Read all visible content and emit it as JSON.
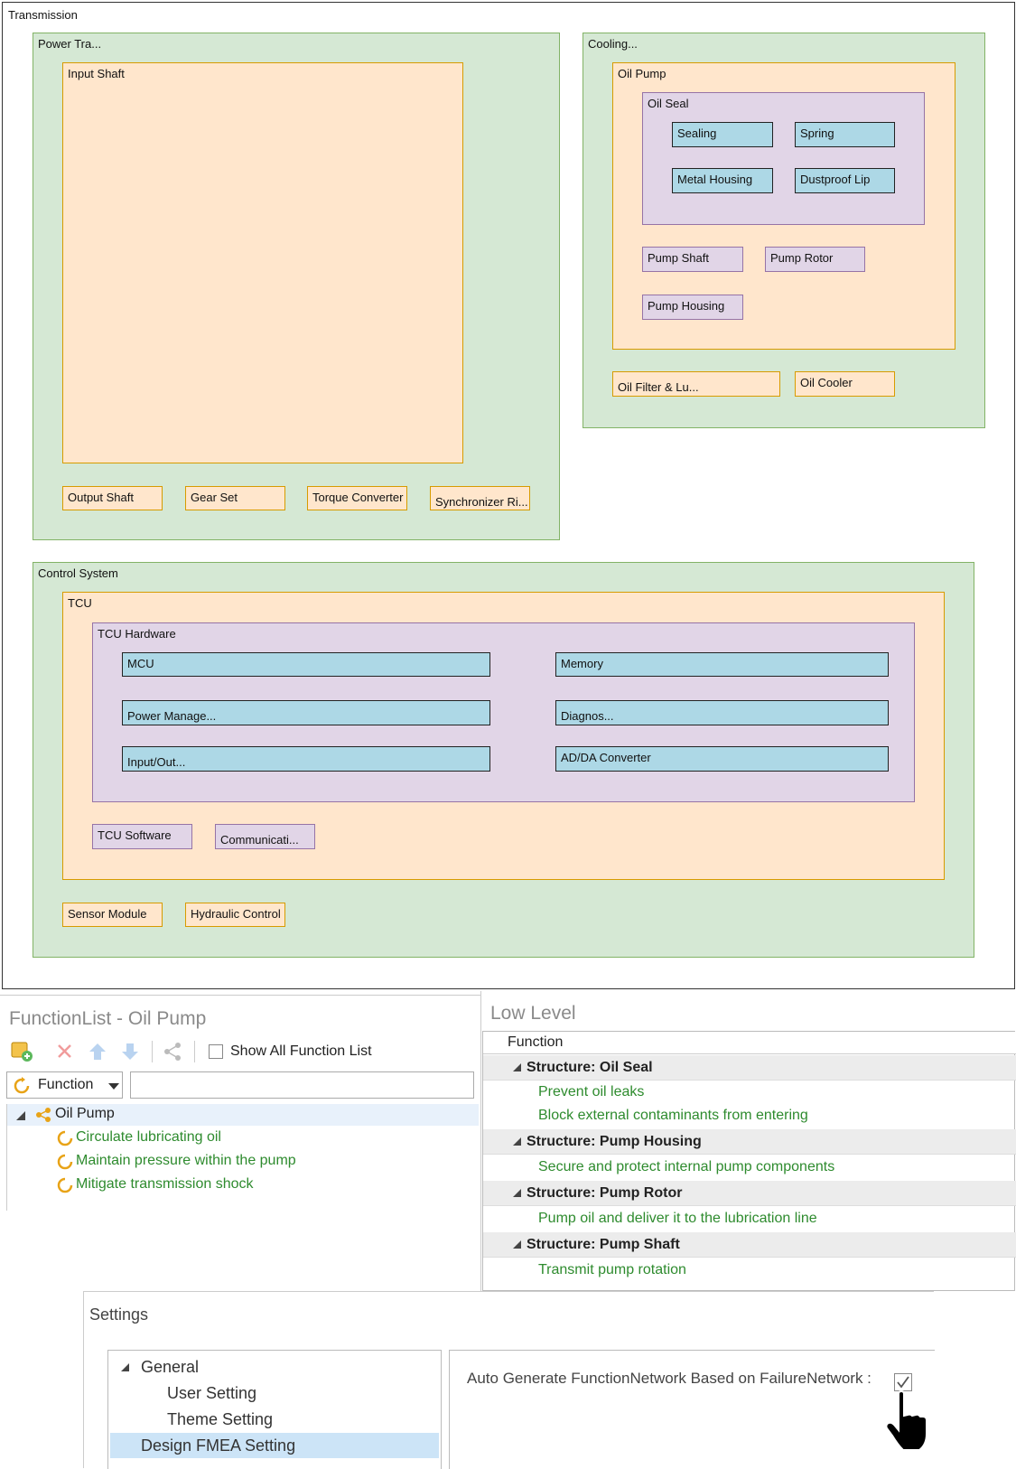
{
  "diagram": {
    "root": "Transmission",
    "power_train": {
      "label": "Power Tra...",
      "input_shaft": "Input Shaft",
      "parts": [
        "Output Shaft",
        "Gear Set",
        "Torque Converter",
        "Synchronizer Ri..."
      ]
    },
    "cooling": {
      "label": "Cooling...",
      "oil_pump": {
        "label": "Oil Pump",
        "oil_seal": {
          "label": "Oil Seal",
          "parts": [
            "Sealing",
            "Spring",
            "Metal Housing",
            "Dustproof Lip"
          ]
        },
        "parts": [
          "Pump Shaft",
          "Pump Rotor",
          "Pump Housing"
        ]
      },
      "parts": [
        "Oil Filter & Lu...",
        "Oil Cooler"
      ]
    },
    "control": {
      "label": "Control System",
      "tcu": {
        "label": "TCU",
        "hardware": {
          "label": "TCU Hardware",
          "parts": [
            "MCU",
            "Memory",
            "Power Manage...",
            "Diagnos...",
            "Input/Out...",
            "AD/DA Converter"
          ]
        },
        "parts": [
          "TCU Software",
          "Communicati..."
        ]
      },
      "parts": [
        "Sensor Module",
        "Hydraulic Control"
      ]
    }
  },
  "function_list": {
    "title": "FunctionList - Oil Pump",
    "show_all_label": "Show All Function List",
    "filter_label": "Function",
    "filter_value": "",
    "root": "Oil Pump",
    "items": [
      "Circulate lubricating oil",
      "Maintain pressure within the pump",
      "Mitigate transmission shock"
    ]
  },
  "low_level": {
    "title": "Low Level",
    "column": "Function",
    "groups": [
      {
        "header": "Structure: Oil Seal",
        "items": [
          "Prevent oil leaks",
          "Block external contaminants from entering"
        ]
      },
      {
        "header": "Structure: Pump Housing",
        "items": [
          "Secure and protect internal pump components"
        ]
      },
      {
        "header": "Structure: Pump Rotor",
        "items": [
          "Pump oil and deliver it to the lubrication line"
        ]
      },
      {
        "header": "Structure: Pump Shaft",
        "items": [
          "Transmit pump rotation"
        ]
      }
    ]
  },
  "settings": {
    "title": "Settings",
    "tree": {
      "general": "General",
      "user": "User Setting",
      "theme": "Theme Setting",
      "dfmea": "Design FMEA Setting"
    },
    "option_label": "Auto Generate FunctionNetwork Based on FailureNetwork :",
    "option_checked": true
  },
  "colors": {
    "green_fill": "#d5e8d4",
    "orange_fill": "#ffe6cc",
    "purple_fill": "#e1d5e7",
    "blue_fill": "#add8e6",
    "function_text": "#2e8b2e",
    "selection": "#cce4f7"
  }
}
